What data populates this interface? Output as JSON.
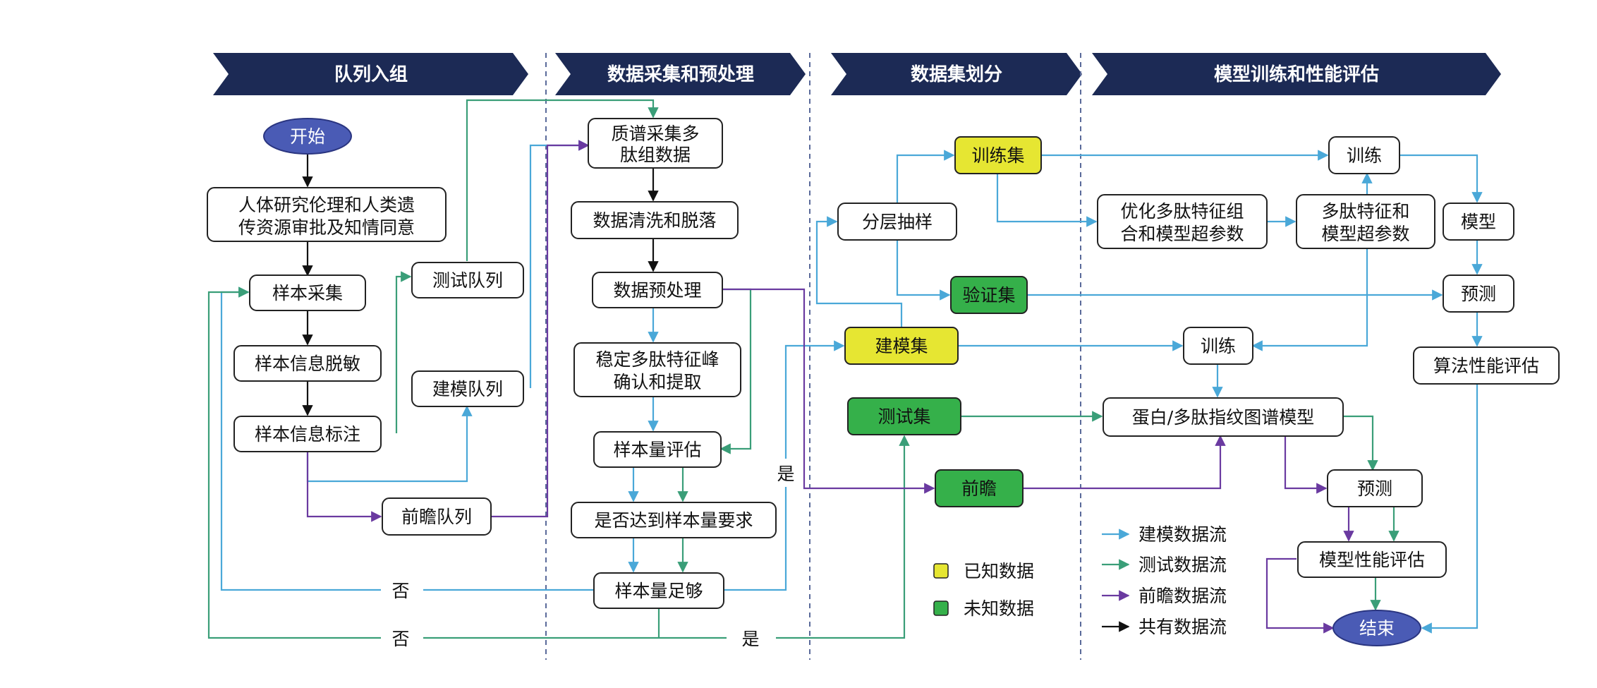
{
  "stages": [
    {
      "id": "s1",
      "label": "队列入组"
    },
    {
      "id": "s2",
      "label": "数据采集和预处理"
    },
    {
      "id": "s3",
      "label": "数据集划分"
    },
    {
      "id": "s4",
      "label": "模型训练和性能评估"
    }
  ],
  "nodes": {
    "start": {
      "lines": [
        "开始"
      ],
      "fill": "#4a5bb5",
      "text_color": "#ffffff"
    },
    "ethics": {
      "lines": [
        "人体研究伦理和人类遗",
        "传资源审批及知情同意"
      ]
    },
    "sample_collect": {
      "lines": [
        "样本采集"
      ]
    },
    "sample_deid": {
      "lines": [
        "样本信息脱敏"
      ]
    },
    "sample_annot": {
      "lines": [
        "样本信息标注"
      ]
    },
    "test_cohort": {
      "lines": [
        "测试队列"
      ]
    },
    "model_cohort": {
      "lines": [
        "建模队列"
      ]
    },
    "prosp_cohort": {
      "lines": [
        "前瞻队列"
      ]
    },
    "ms_collect": {
      "lines": [
        "质谱采集多",
        "肽组数据"
      ]
    },
    "data_clean": {
      "lines": [
        "数据清洗和脱落"
      ]
    },
    "preprocess": {
      "lines": [
        "数据预处理"
      ]
    },
    "peak_extract": {
      "lines": [
        "稳定多肽特征峰",
        "确认和提取"
      ]
    },
    "size_eval": {
      "lines": [
        "样本量评估"
      ]
    },
    "size_meet": {
      "lines": [
        "是否达到样本量要求"
      ]
    },
    "size_enough": {
      "lines": [
        "样本量足够"
      ]
    },
    "stratified": {
      "lines": [
        "分层抽样"
      ]
    },
    "train_set": {
      "lines": [
        "训练集"
      ],
      "fill": "#e6e632"
    },
    "val_set": {
      "lines": [
        "验证集"
      ],
      "fill": "#35b04a"
    },
    "model_set": {
      "lines": [
        "建模集"
      ],
      "fill": "#e6e632"
    },
    "test_set": {
      "lines": [
        "测试集"
      ],
      "fill": "#35b04a"
    },
    "prosp": {
      "lines": [
        "前瞻"
      ],
      "fill": "#35b04a"
    },
    "optimize": {
      "lines": [
        "优化多肽特征组",
        "合和模型超参数"
      ]
    },
    "train1": {
      "lines": [
        "训练"
      ]
    },
    "features": {
      "lines": [
        "多肽特征和",
        "模型超参数"
      ]
    },
    "model": {
      "lines": [
        "模型"
      ]
    },
    "predict1": {
      "lines": [
        "预测"
      ]
    },
    "algo_eval": {
      "lines": [
        "算法性能评估"
      ]
    },
    "train2": {
      "lines": [
        "训练"
      ]
    },
    "fingerprint": {
      "lines": [
        "蛋白/多肽指纹图谱模型"
      ]
    },
    "predict2": {
      "lines": [
        "预测"
      ]
    },
    "model_eval": {
      "lines": [
        "模型性能评估"
      ]
    },
    "end": {
      "lines": [
        "结束"
      ],
      "fill": "#4a5bb5",
      "text_color": "#ffffff"
    }
  },
  "edge_labels": {
    "yes1": "是",
    "no1": "否",
    "no2": "否",
    "yes2": "是"
  },
  "legend": {
    "known": {
      "label": "已知数据",
      "color": "#e6e632"
    },
    "unknown": {
      "label": "未知数据",
      "color": "#35b04a"
    },
    "flows": [
      {
        "label": "建模数据流",
        "color": "#4aa8d8"
      },
      {
        "label": "测试数据流",
        "color": "#3a9e78"
      },
      {
        "label": "前瞻数据流",
        "color": "#6a3aa0"
      },
      {
        "label": "共有数据流",
        "color": "#111111"
      }
    ]
  },
  "colors": {
    "stage_bg": "#1c2a55",
    "divider": "#5a6a9a",
    "modeling_flow": "#4aa8d8",
    "testing_flow": "#3a9e78",
    "prospective_flow": "#6a3aa0",
    "shared_flow": "#111111"
  }
}
